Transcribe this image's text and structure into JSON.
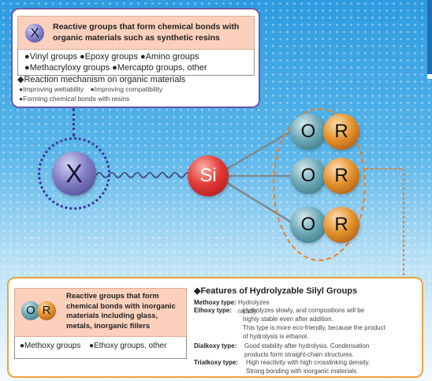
{
  "top_box": {
    "x_label": "X",
    "heading": "Reactive groups that form chemical bonds with organic materials such as synthetic resins",
    "groups_line1": "●Vinyl groups ●Epoxy groups ●Amino groups",
    "groups_line2": "●Methacryloxy groups ●Mercapto groups, other",
    "mechanism_title": "◆Reaction mechanism on organic materials",
    "mechanism_items": [
      "●Improving wettability",
      "●Improving compatibility",
      "●Forming chemical bonds with resins"
    ]
  },
  "diagram": {
    "x_label": "X",
    "si_label": "Si",
    "or_pairs": [
      {
        "o": "O",
        "r": "R"
      },
      {
        "o": "O",
        "r": "R"
      },
      {
        "o": "O",
        "r": "R"
      }
    ]
  },
  "bottom_box": {
    "o_label": "O",
    "r_label": "R",
    "heading": "Reactive groups that form chemical bonds with inorganic materials including glass, metals, inorganic fillers",
    "groups": [
      "●Methoxy groups",
      "●Ethoxy groups, other"
    ],
    "features_title": "◆Features of Hydrolyzable Silyl Groups",
    "features": [
      {
        "type": "Methoxy type:",
        "lines": [
          "Hydrolyzes rapidly."
        ]
      },
      {
        "type": "Ethoxy type:",
        "lines": [
          "Hydrolyzes slowly, and compositions will be",
          "highly stable even after addition.",
          "This type is more eco-friendly, because the product",
          "of hydrolysis is ethanol."
        ]
      },
      {
        "type": "Dialkoxy type:",
        "lines": [
          "Good stability after hydrolysis. Condensation",
          "products form straight-chain structures."
        ]
      },
      {
        "type": "Trialkoxy type:",
        "lines": [
          "High reactivity with high crosslinking density.",
          "Strong bonding with inorganic materials."
        ]
      }
    ]
  },
  "colors": {
    "x_ball": "#8a86cc",
    "si_ball": "#e23b38",
    "o_ball": "#6fa9b6",
    "r_ball": "#e5932e",
    "top_border": "#6a5aa7",
    "bottom_border": "#f0a23f",
    "dashed_orange": "#ee7d24"
  }
}
